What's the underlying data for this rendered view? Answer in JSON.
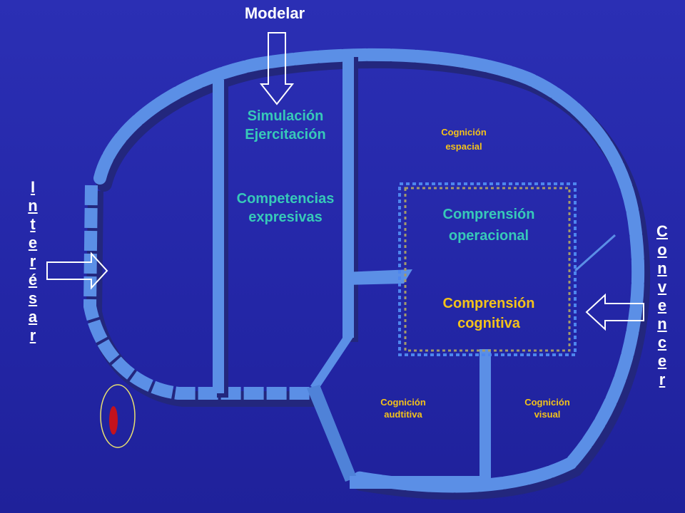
{
  "labels": {
    "modelar": "Modelar",
    "simulacion": "Simulación\nEjercitación",
    "competencias": "Competencias\nexpresivas",
    "cognicion_espacial": "Cognición\nespacial",
    "comprension_operacional": "Comprensión\noperacional",
    "comprension_cognitiva": "Comprensión\ncognitiva",
    "cognicion_auditiva": "Cognición\naudtitiva",
    "cognicion_visual": "Cognición\nvisual",
    "interesar": "I\nn\nt\ne\nr\né\ns\na\nr",
    "convencer": "C\no\nn\nv\ne\nn\nc\ne\nr"
  },
  "colors": {
    "background": "#2326a6",
    "wall": "#5b8fe6",
    "wall_shadow": "#23277d",
    "teal_text": "#37c9b8",
    "yellow_text": "#f3c21a",
    "dotted_box": "#4e86ee",
    "dotted_box_inner": "#a49a6a",
    "ellipse_outline": "#e8e070",
    "ellipse_fill": "#c4121d"
  }
}
